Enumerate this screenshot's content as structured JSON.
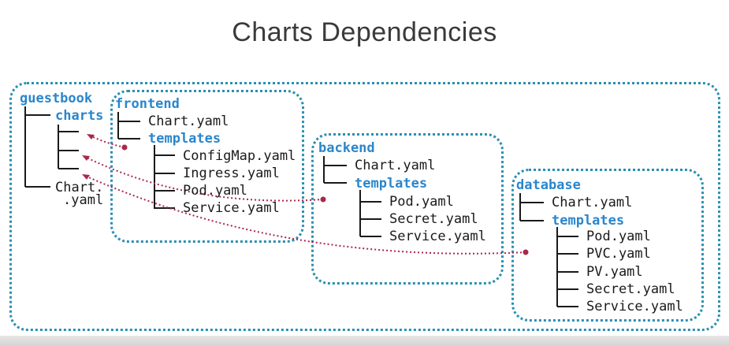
{
  "title": "Charts Dependencies",
  "guestbook": {
    "name": "guestbook",
    "charts": "charts",
    "chart_line1": "Chart.",
    "chart_line2": ".yaml"
  },
  "frontend": {
    "name": "frontend",
    "chart": "Chart.yaml",
    "templates": "templates",
    "files": [
      "ConfigMap.yaml",
      "Ingress.yaml",
      "Pod.yaml",
      "Service.yaml"
    ]
  },
  "backend": {
    "name": "backend",
    "chart": "Chart.yaml",
    "templates": "templates",
    "files": [
      "Pod.yaml",
      "Secret.yaml",
      "Service.yaml"
    ]
  },
  "database": {
    "name": "database",
    "chart": "Chart.yaml",
    "templates": "templates",
    "files": [
      "Pod.yaml",
      "PVC.yaml",
      "PV.yaml",
      "Secret.yaml",
      "Service.yaml"
    ]
  },
  "colors": {
    "box_border": "#2b8fb3",
    "header": "#2a86cc",
    "arrow": "#a8284a",
    "tree": "#1a1a1a"
  }
}
